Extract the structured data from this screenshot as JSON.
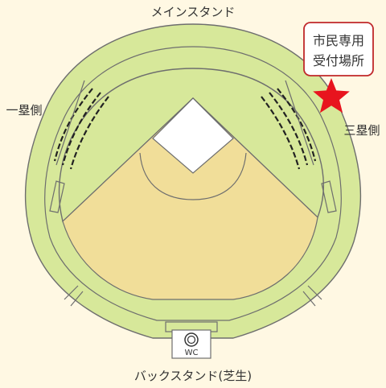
{
  "labels": {
    "main_stand": "メインスタンド",
    "first_base": "一塁側",
    "third_base": "三塁側",
    "back_stand": "バックスタンド(芝生)",
    "reception_line1": "市民専用",
    "reception_line2": "受付場所",
    "wc": "WC"
  },
  "colors": {
    "background": "#FFF8E3",
    "stand": "#D7E89A",
    "field": "#F1DE99",
    "base": "#FFFFFF",
    "outline": "#6E6E6E",
    "marker": "#E8141E",
    "reception_border": "#C0282A"
  },
  "icons": {
    "reception_marker": "star-icon",
    "toilet": "toilet-icon"
  }
}
